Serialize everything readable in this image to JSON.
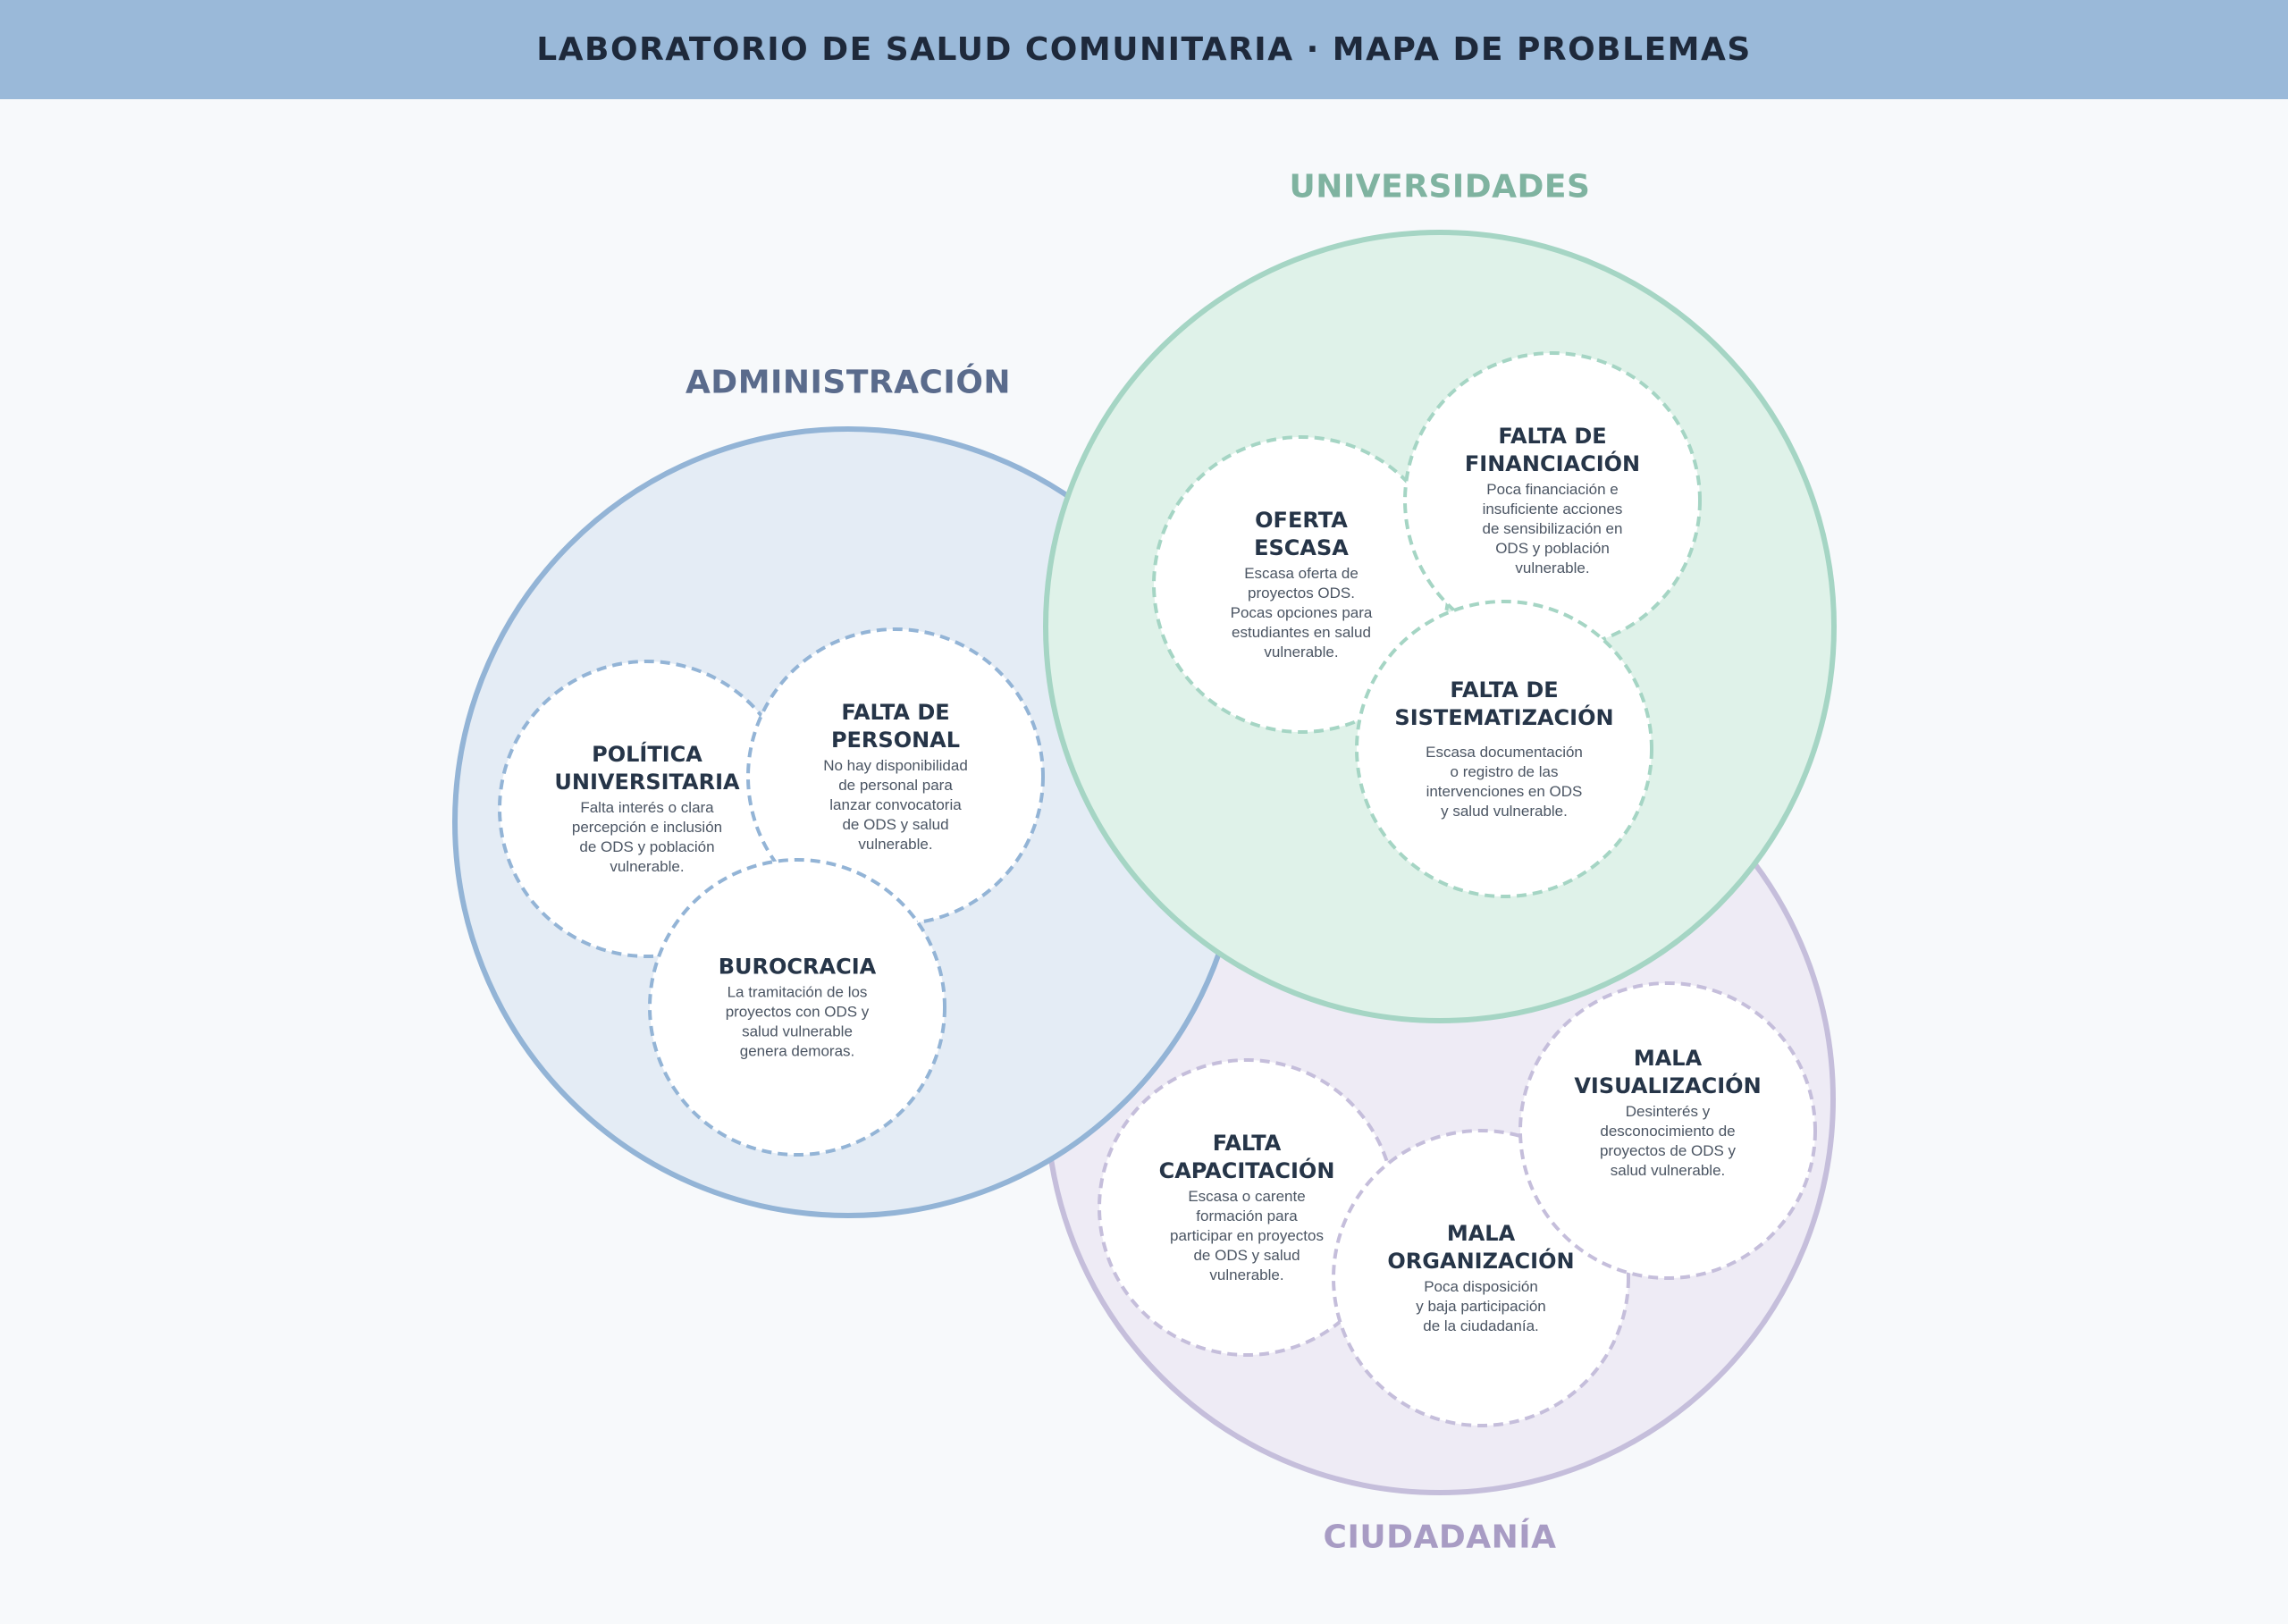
{
  "header": {
    "title": "LABORATORIO DE SALUD COMUNITARIA · MAPA DE PROBLEMAS"
  },
  "colors": {
    "header_bg": "#9ab9d9",
    "administracion": {
      "stroke": "#93b4d6",
      "fill": "#e4ecf5",
      "label": "#5a6b8c"
    },
    "universidades": {
      "stroke": "#a5d5c4",
      "fill": "#dff2e9",
      "label": "#7fb3a0"
    },
    "ciudadania": {
      "stroke": "#c5bedb",
      "fill": "#eeebf5",
      "label": "#a89cc4"
    }
  },
  "groups": {
    "administracion": {
      "label": "ADMINISTRACIÓN",
      "problems": [
        {
          "title": "POLÍTICA\nUNIVERSITARIA",
          "desc": "Falta interés o clara\npercepción e inclusión\nde ODS y población\nvulnerable."
        },
        {
          "title": "FALTA DE\nPERSONAL",
          "desc": "No hay disponibilidad\nde personal para\nlanzar convocatoria\nde ODS y salud\nvulnerable."
        },
        {
          "title": "BUROCRACIA",
          "desc": "La tramitación de los\nproyectos con ODS y\nsalud vulnerable\ngenera demoras."
        }
      ]
    },
    "universidades": {
      "label": "UNIVERSIDADES",
      "problems": [
        {
          "title": "OFERTA\nESCASA",
          "desc": "Escasa oferta de\nproyectos ODS.\nPocas opciones para\nestudiantes en salud\nvulnerable."
        },
        {
          "title": "FALTA DE\nFINANCIACIÓN",
          "desc": "Poca financiación e\ninsuficiente acciones\nde sensibilización en\nODS y población\nvulnerable."
        },
        {
          "title": "FALTA DE\nSISTEMATIZACIÓN",
          "desc": "Escasa documentación\no registro de las\nintervenciones en ODS\ny salud vulnerable."
        }
      ]
    },
    "ciudadania": {
      "label": "CIUDADANÍA",
      "problems": [
        {
          "title": "FALTA\nCAPACITACIÓN",
          "desc": "Escasa o carente\nformación para\nparticipar en proyectos\nde ODS y salud\nvulnerable."
        },
        {
          "title": "MALA\nORGANIZACIÓN",
          "desc": "Poca disposición\ny baja participación\nde la ciudadanía."
        },
        {
          "title": "MALA\nVISUALIZACIÓN",
          "desc": "Desinterés y\ndesconocimiento de\nproyectos de ODS y\nsalud vulnerable."
        }
      ]
    }
  }
}
